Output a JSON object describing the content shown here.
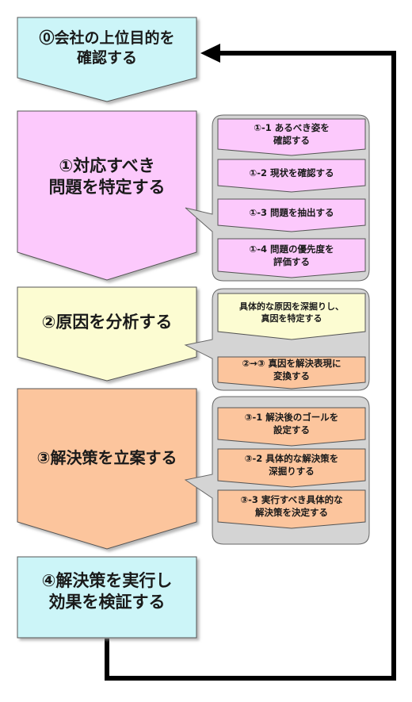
{
  "colors": {
    "step0_fill": "#ccf5f8",
    "step1_fill": "#fcc9fc",
    "step2_fill": "#fcfcd2",
    "step3_fill": "#fcc59d",
    "step4_fill": "#ccf5f8",
    "bubble_fill": "#d4d4d4",
    "loop_line": "#000000"
  },
  "steps": [
    {
      "label": "⓪会社の上位目的を\n確認する"
    },
    {
      "label": "①対応すべき\n問題を特定する"
    },
    {
      "label": "②原因を分析する"
    },
    {
      "label": "③解決策を立案する"
    },
    {
      "label": "④解決策を実行し\n効果を検証する"
    }
  ],
  "substeps": {
    "step1": [
      "①-1 あるべき姿を\n確認する",
      "①-2 現状を確認する",
      "①-3 問題を抽出する",
      "①-4 問題の優先度を\n評価する"
    ],
    "step2": [
      "具体的な原因を深掘りし、\n真因を特定する",
      "②→③ 真因を解決表現に\n変換する"
    ],
    "step3": [
      "③-1 解決後のゴールを\n設定する",
      "③-2 具体的な解決策を\n深掘りする",
      "③-3 実行すべき具体的な\n解決策を決定する"
    ]
  }
}
